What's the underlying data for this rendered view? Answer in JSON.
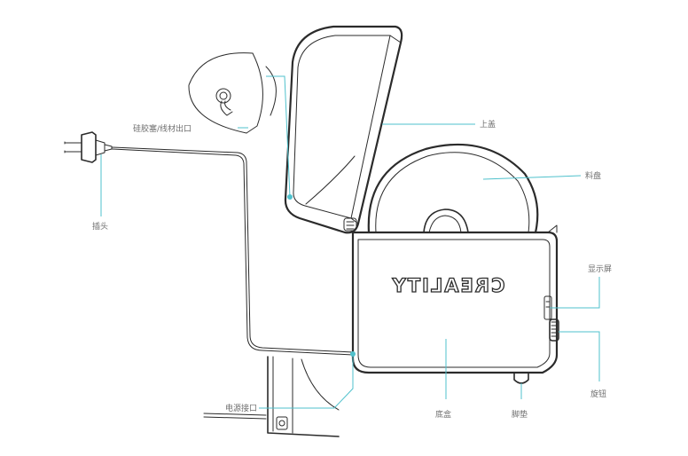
{
  "labels": {
    "ptfe_plug": "硅胶塞/线材出口",
    "lid": "上盖",
    "spool": "料盘",
    "plug": "插头",
    "display": "显示屏",
    "knob": "旋钮",
    "base": "底盒",
    "foot": "脚垫",
    "power_port": "电源接口"
  },
  "brand": "CREALITY",
  "colors": {
    "callout": "#4fc1cc",
    "line": "#2b2b2b",
    "label": "#6e6e6e"
  }
}
